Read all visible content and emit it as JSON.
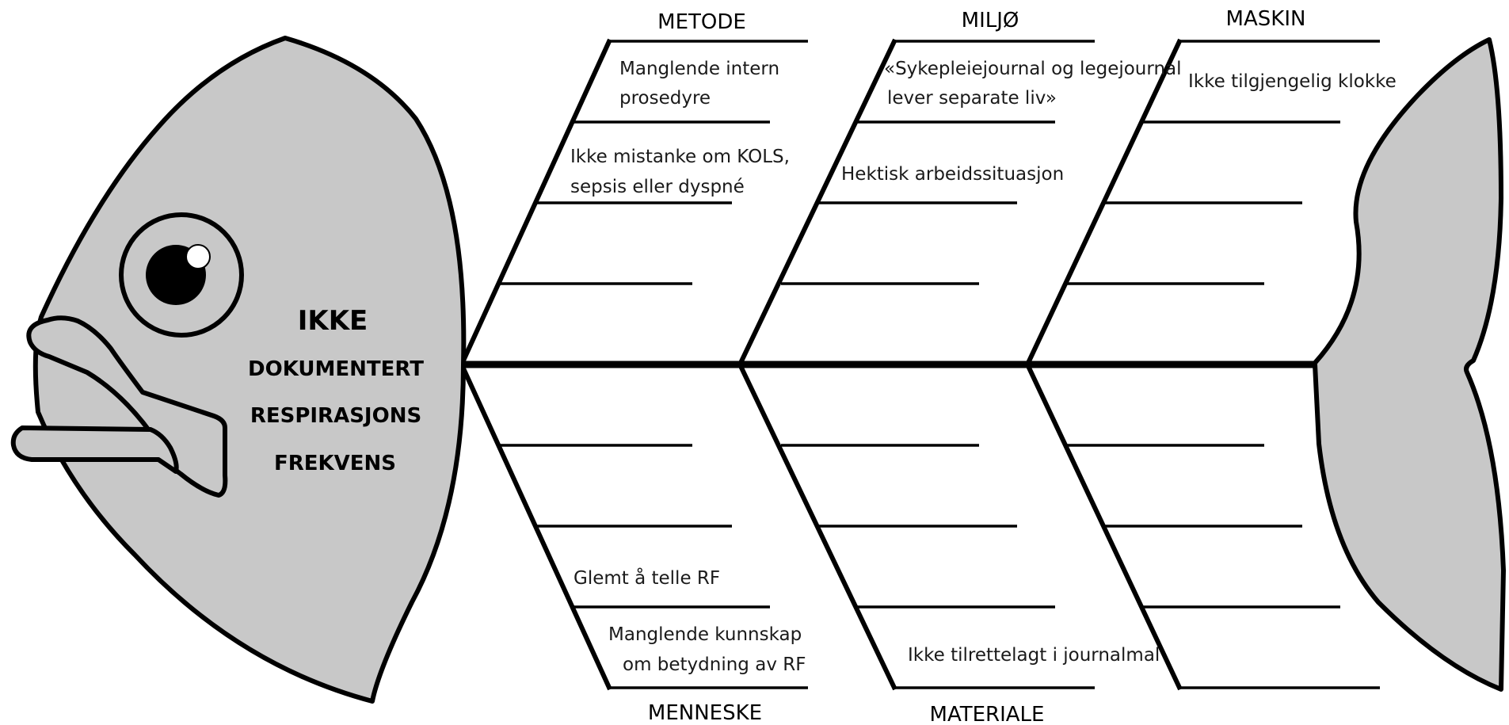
{
  "effect": {
    "lines": [
      "IKKE",
      "DOKUMENTERT",
      "RESPIRASJONS",
      "FREKVENS"
    ]
  },
  "categories": {
    "top": [
      "METODE",
      "MILJØ",
      "MASKIN"
    ],
    "bottom": [
      "MENNESKE",
      "MATERIALE"
    ]
  },
  "causes": {
    "metode": [
      [
        "Manglende intern",
        "prosedyre"
      ],
      [
        "Ikke mistanke om KOLS,",
        "sepsis eller dyspné"
      ]
    ],
    "miljo": [
      [
        "«Sykepleiejournal og legejournal",
        "lever separate liv»"
      ],
      [
        "Hektisk arbeidssituasjon"
      ]
    ],
    "maskin": [
      [
        "Ikke tilgjengelig klokke"
      ]
    ],
    "menneske": [
      [
        "Glemt å telle RF"
      ],
      [
        "Manglende kunnskap",
        "om betydning av RF"
      ]
    ],
    "materiale": [
      [
        "Ikke tilrettelagt i journalmal"
      ]
    ]
  },
  "colors": {
    "fish_fill": "#c8c8c8",
    "outline": "#000000",
    "eye_iris": "#c8c8c8",
    "pupil": "#000000",
    "highlight": "#ffffff"
  },
  "icons": {
    "head": "fish-head-icon",
    "eye": "fish-eye-icon",
    "mouth": "fish-mouth-icon",
    "tail": "fish-tail-icon"
  }
}
